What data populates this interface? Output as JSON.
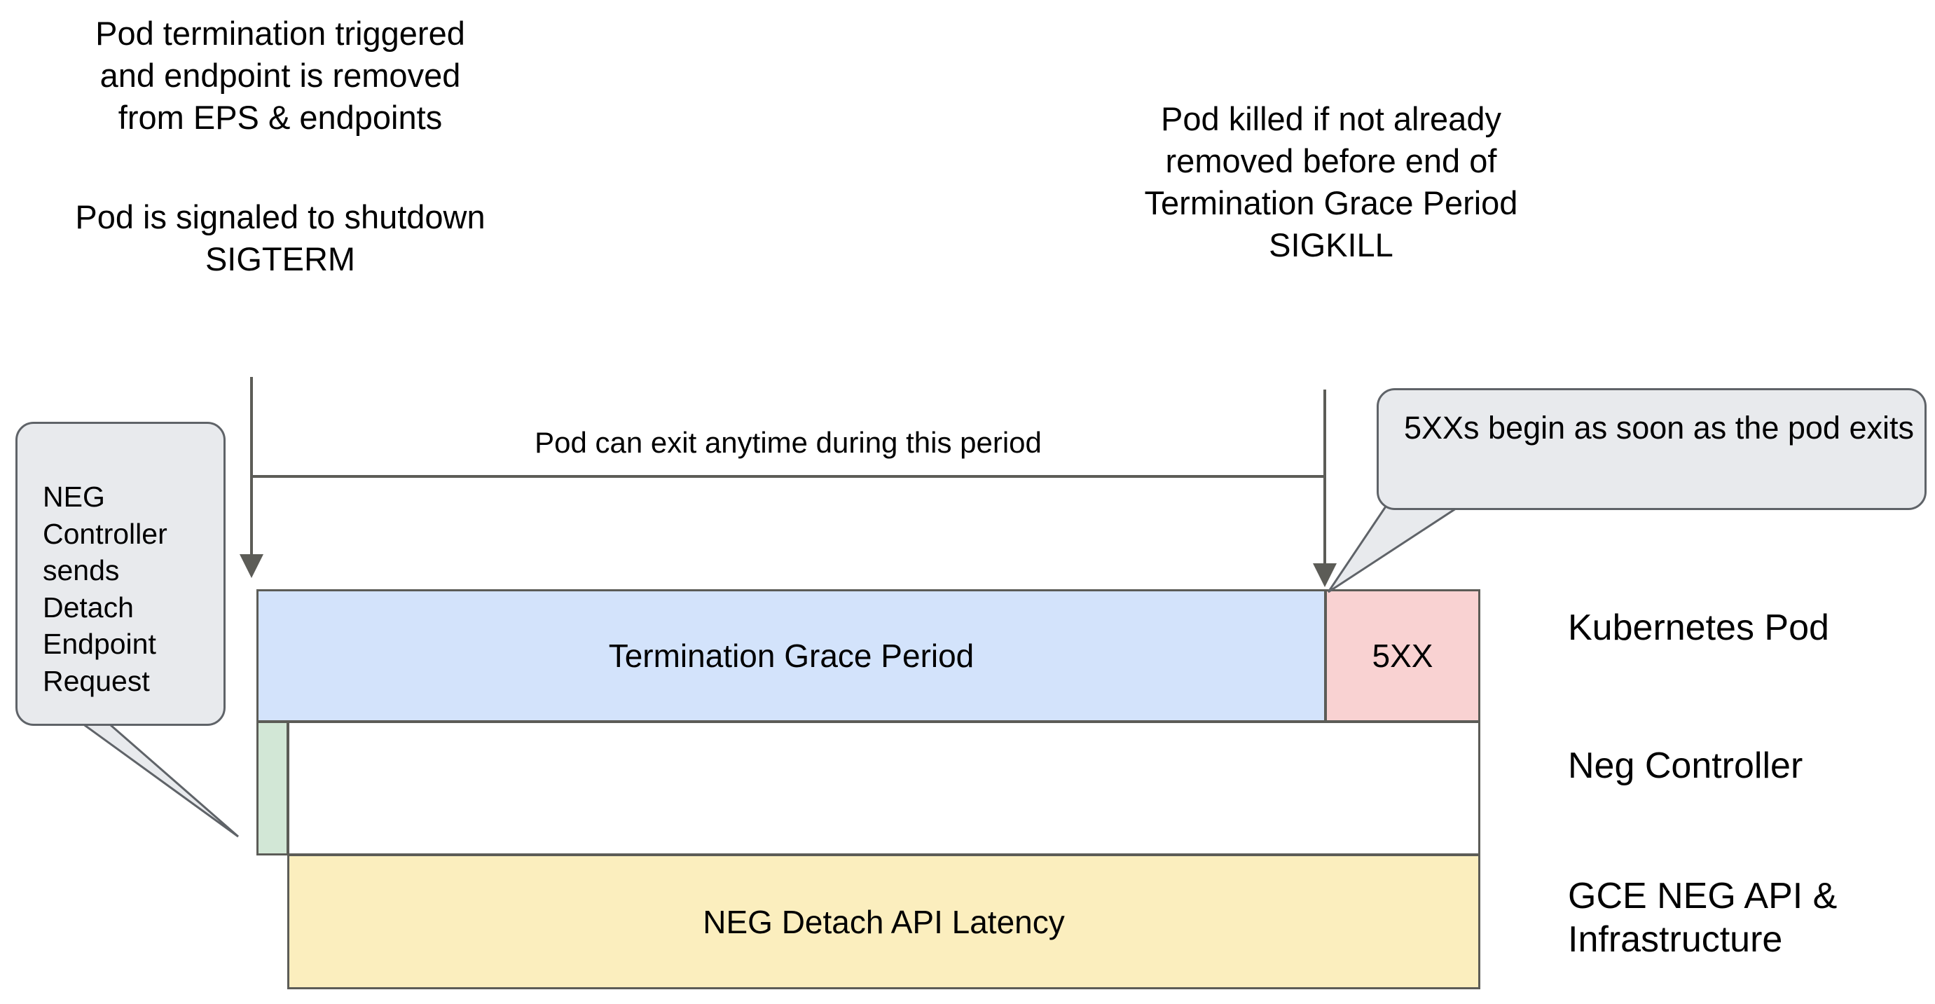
{
  "diagram": {
    "title_notes": {
      "pod_termination": "Pod termination triggered\nand endpoint is removed\nfrom EPS & endpoints",
      "pod_shutdown": "Pod is signaled to shutdown\nSIGTERM",
      "pod_killed": "Pod killed if not already\nremoved before end of\nTermination Grace Period\nSIGKILL"
    },
    "span": {
      "label": "Pod can exit anytime during this period"
    },
    "callouts": {
      "neg_controller": "NEG\nController\nsends\nDetach\nEndpoint\nRequest",
      "five_xx": "5XXs begin as soon as the pod exits"
    },
    "bars": {
      "grace_period": "Termination Grace Period",
      "five_xx": "5XX",
      "neg_detach_request": "",
      "neg_blank": "",
      "neg_detach_api": "NEG Detach API Latency"
    },
    "lanes": {
      "kubernetes_pod": "Kubernetes Pod",
      "neg_controller": "Neg Controller",
      "gce_neg_api": "GCE NEG API &\nInfrastructure"
    },
    "colors": {
      "grace_period_fill": "#d3e3fb",
      "five_xx_fill": "#f9d2d2",
      "neg_detach_fill": "#d2e7d6",
      "neg_api_fill": "#fbeebe",
      "callout_fill": "#e8eaed",
      "stroke": "#5c5c57",
      "callout_stroke": "#5f6368"
    }
  }
}
